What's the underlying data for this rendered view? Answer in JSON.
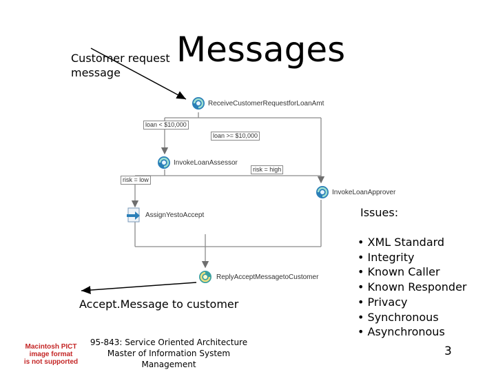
{
  "slide": {
    "title": "Messages",
    "annotation_top": [
      "Customer request",
      "message"
    ],
    "annotation_bottom": "Accept.Message to customer",
    "footer": [
      "95-843: Service Oriented Architecture",
      "Master of Information System",
      "Management"
    ],
    "slide_number": "3",
    "pict_notice": [
      "Macintosh PICT",
      "image format",
      "is not supported"
    ]
  },
  "issues": {
    "heading": "Issues:",
    "items": [
      "XML Standard",
      "Integrity",
      "Known Caller",
      "Known Responder",
      "Privacy",
      "Synchronous",
      "Asynchronous"
    ]
  },
  "workflow": {
    "nodes": {
      "receive": "ReceiveCustomerRequestforLoanAmt",
      "invoke_assessor": "InvokeLoanAssessor",
      "invoke_approver": "InvokeLoanApprover",
      "assign": "AssignYestoAccept",
      "reply": "ReplyAcceptMessagetoCustomer"
    },
    "conditions": {
      "loan_low": "loan < $10,000",
      "loan_high": "loan >= $10,000",
      "risk_high": "risk = high",
      "risk_low": "risk = low"
    }
  },
  "colors": {
    "flow_lines": "#8a8a8a",
    "arrows": "#000000",
    "pict_text": "#c42626",
    "icon_blue": "#2a7fb8",
    "icon_teal": "#3aa0a0"
  }
}
